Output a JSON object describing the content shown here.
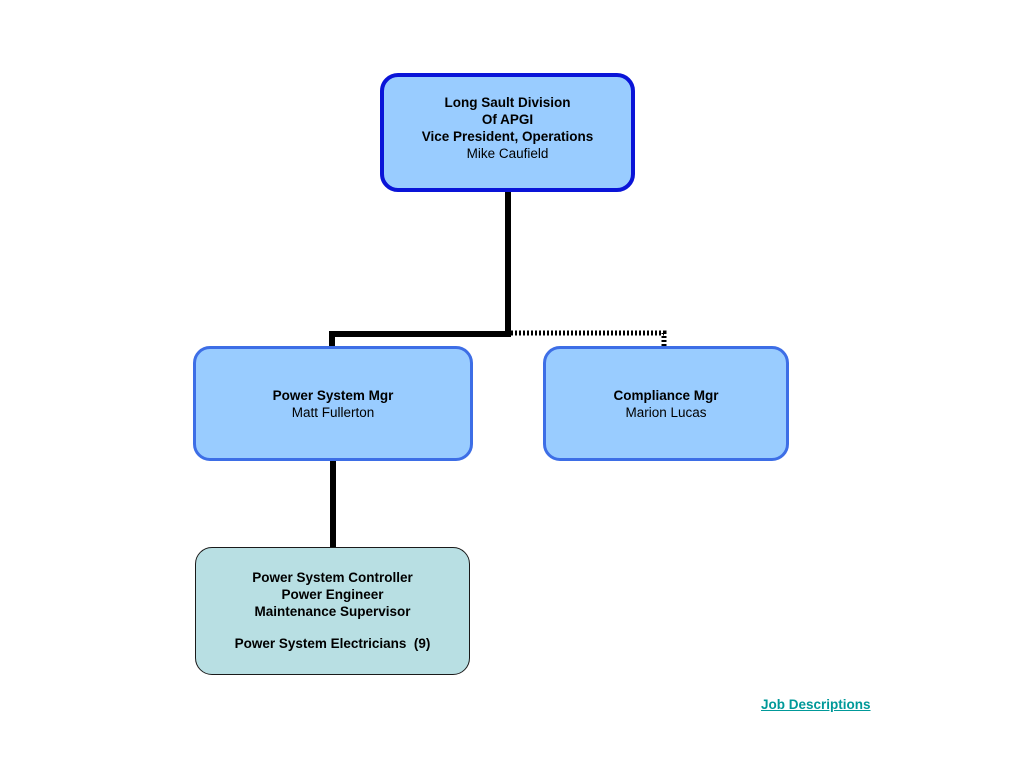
{
  "nodes": {
    "vp": {
      "line1": "Long Sault Division",
      "line2": "Of APGI",
      "title": "Vice President, Operations",
      "person": "Mike Caufield"
    },
    "power_system_mgr": {
      "title": "Power System Mgr",
      "person": "Matt Fullerton"
    },
    "compliance_mgr": {
      "title": "Compliance Mgr",
      "person": "Marion Lucas"
    },
    "staff": {
      "role1": "Power System Controller",
      "role2": "Power Engineer",
      "role3": "Maintenance Supervisor",
      "role4": "Power System Electricians  (9)"
    }
  },
  "links": {
    "job_descriptions": "Job Descriptions"
  },
  "colors": {
    "exec_fill": "#99ccff",
    "exec_border": "#0a14d8",
    "mgr_border": "#3d6ee6",
    "staff_fill": "#b8dfe3",
    "link": "#009999"
  }
}
